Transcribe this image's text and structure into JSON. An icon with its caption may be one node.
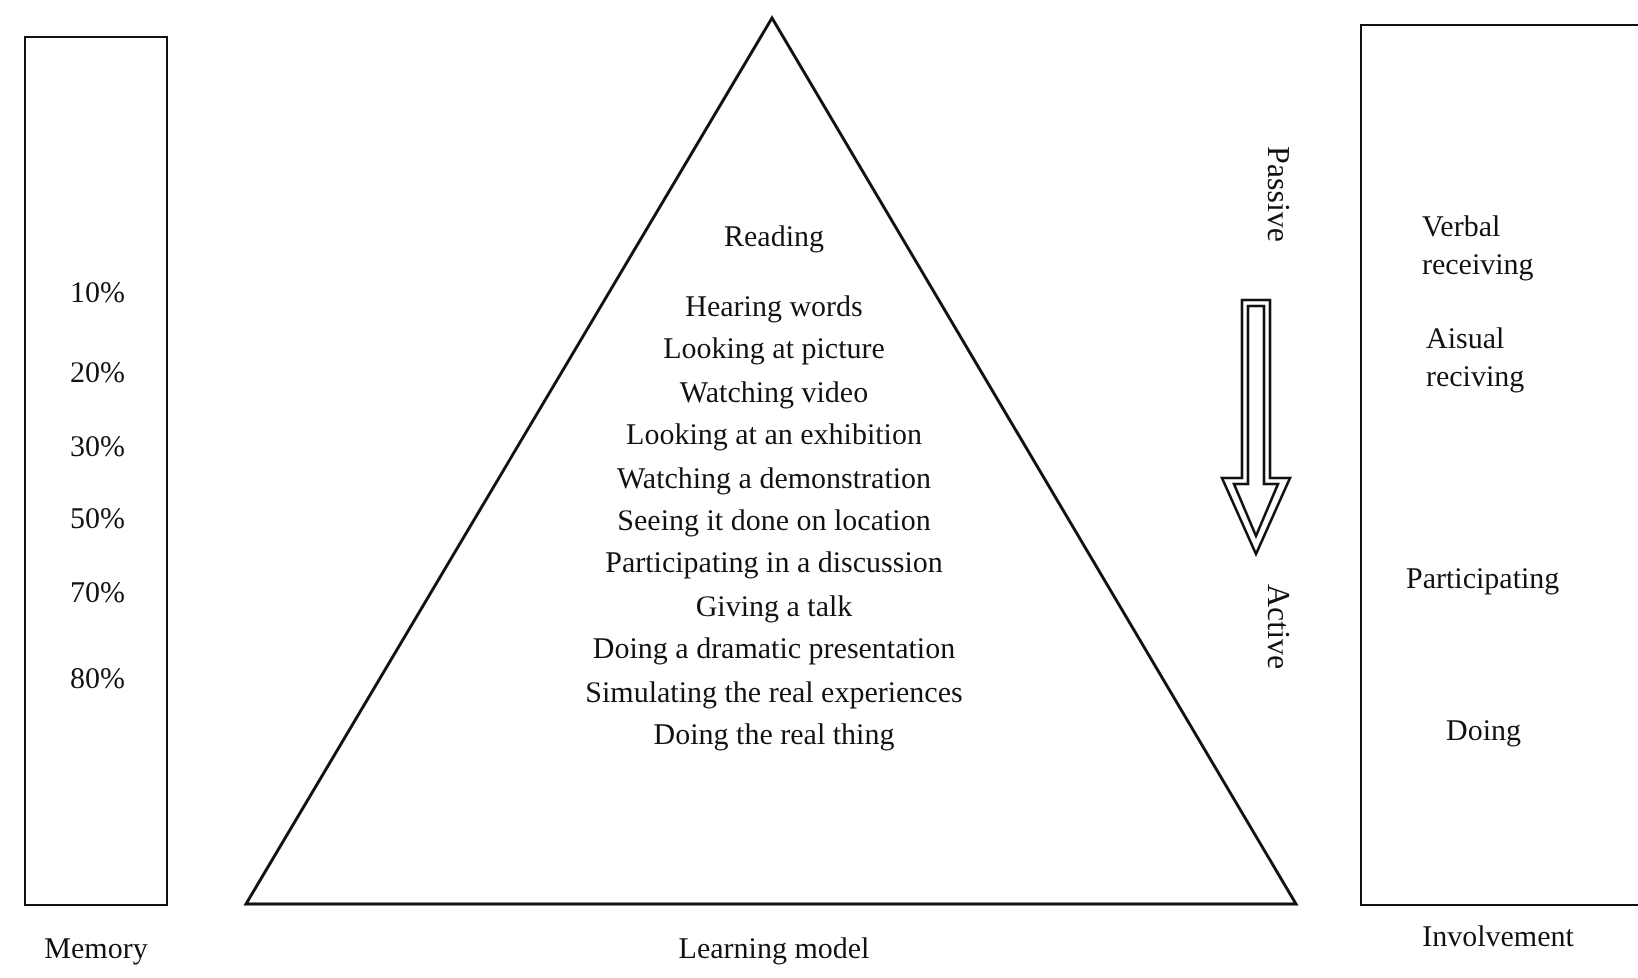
{
  "diagram": {
    "nodes": [
      {
        "text": [
          "10%",
          "20%",
          "30%",
          "50%",
          "70%",
          "80%"
        ],
        "beside": [
          "Memory"
        ]
      },
      {
        "text": [
          "Reading",
          "Hearing words",
          "Looking at picture",
          "Watching video",
          "Looking at an exhibition",
          "Watching a demonstration",
          "Seeing it done on location",
          "Participating in a discussion",
          "Giving a talk",
          "Doing a dramatic presentation",
          "Simulating the real experiences",
          "Doing the real thing"
        ],
        "beside": [
          "Learning model"
        ]
      },
      {
        "text": [
          "Verbal receiving",
          "Aisual reciving",
          "Participating",
          "Doing"
        ],
        "beside": [
          "Involvement"
        ]
      }
    ],
    "edges": [],
    "labels": [
      "Passive",
      "Active"
    ]
  }
}
